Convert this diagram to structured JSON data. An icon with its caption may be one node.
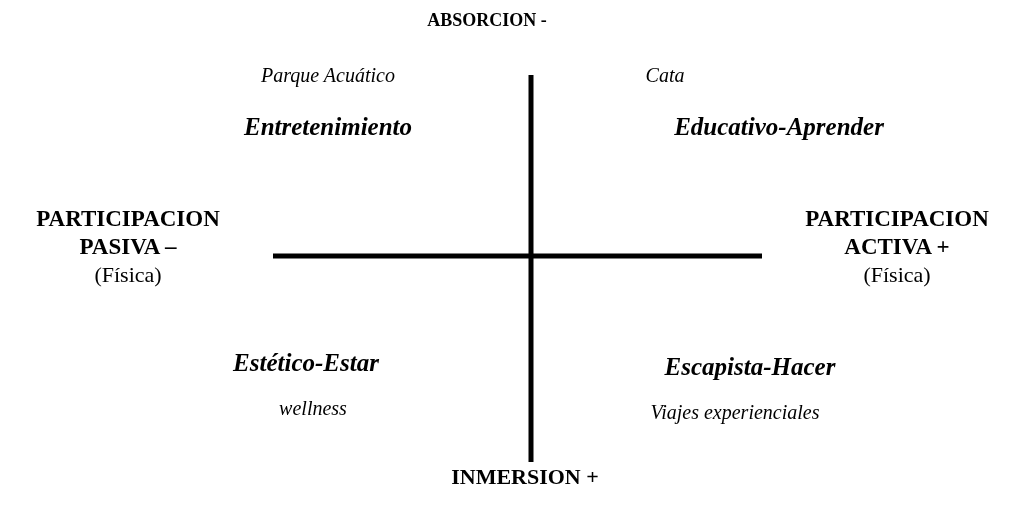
{
  "diagram": {
    "labels": [
      "ABSORCION -",
      "Parque Acuático",
      "Cata",
      "Entretenimiento",
      "Educativo-Aprender",
      "PARTICIPACION PASIVA –",
      "(Física)",
      "PARTICIPACION ACTIVA +",
      "(Física)",
      "Estético-Estar",
      "Escapista-Hacer",
      "wellness",
      "Viajes experienciales",
      "INMERSION +"
    ]
  }
}
